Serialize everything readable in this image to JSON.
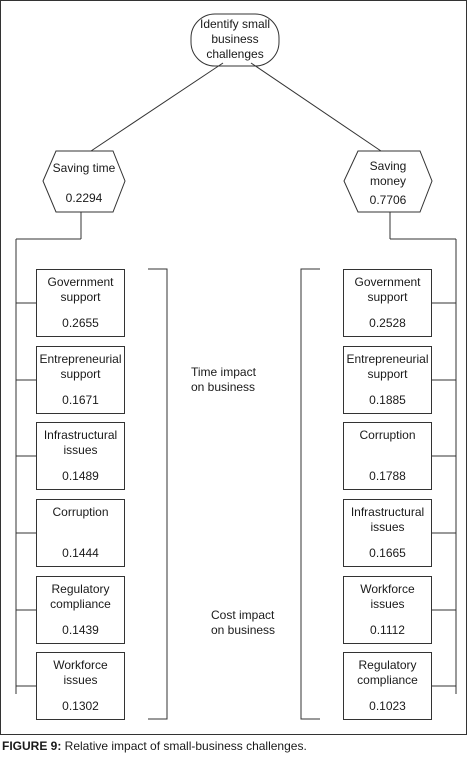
{
  "root": {
    "label": "Identify small\nbusiness\nchallenges"
  },
  "criteria": [
    {
      "label": "Saving time",
      "value": "0.2294"
    },
    {
      "label": "Saving\nmoney",
      "value": "0.7706"
    }
  ],
  "time_group_label": "Time impact\non business",
  "cost_group_label": "Cost impact\non business",
  "time_items": [
    {
      "label": "Government\nsupport",
      "value": "0.2655"
    },
    {
      "label": "Entrepreneurial\nsupport",
      "value": "0.1671"
    },
    {
      "label": "Infrastructural\nissues",
      "value": "0.1489"
    },
    {
      "label": "Corruption",
      "value": "0.1444"
    },
    {
      "label": "Regulatory\ncompliance",
      "value": "0.1439"
    },
    {
      "label": "Workforce\nissues",
      "value": "0.1302"
    }
  ],
  "cost_items": [
    {
      "label": "Government\nsupport",
      "value": "0.2528"
    },
    {
      "label": "Entrepreneurial\nsupport",
      "value": "0.1885"
    },
    {
      "label": "Corruption",
      "value": "0.1788"
    },
    {
      "label": "Infrastructural\nissues",
      "value": "0.1665"
    },
    {
      "label": "Workforce\nissues",
      "value": "0.1112"
    },
    {
      "label": "Regulatory\ncompliance",
      "value": "0.1023"
    }
  ],
  "caption": {
    "prefix": "FIGURE 9:",
    "text": " Relative impact of small-business challenges."
  }
}
